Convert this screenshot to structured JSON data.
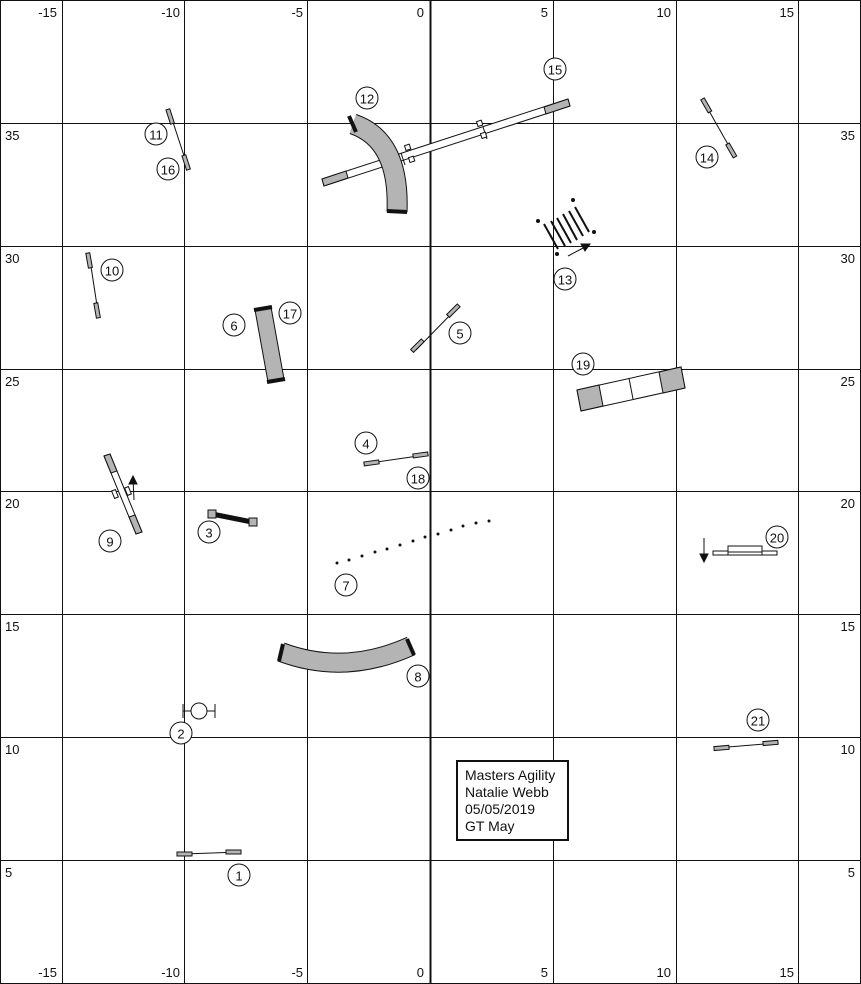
{
  "grid": {
    "x_labels": [
      "-15",
      "-10",
      "-5",
      "0",
      "5",
      "10",
      "15"
    ],
    "y_labels": [
      "35",
      "30",
      "25",
      "20",
      "15",
      "10",
      "5"
    ]
  },
  "info_box": {
    "line1": "Masters Agility",
    "line2": "Natalie Webb",
    "line3": "05/05/2019",
    "line4": "GT May"
  },
  "obstacles": [
    {
      "number": "1",
      "type": "jump"
    },
    {
      "number": "2",
      "type": "tire"
    },
    {
      "number": "3",
      "type": "broad-jump"
    },
    {
      "number": "4",
      "type": "jump"
    },
    {
      "number": "5",
      "type": "jump"
    },
    {
      "number": "6",
      "type": "tunnel"
    },
    {
      "number": "7",
      "type": "weave-poles"
    },
    {
      "number": "8",
      "type": "tunnel"
    },
    {
      "number": "9",
      "type": "table"
    },
    {
      "number": "10",
      "type": "jump"
    },
    {
      "number": "11",
      "type": "jump"
    },
    {
      "number": "12",
      "type": "tunnel"
    },
    {
      "number": "13",
      "type": "ladder-jump"
    },
    {
      "number": "14",
      "type": "jump"
    },
    {
      "number": "15",
      "type": "dogwalk"
    },
    {
      "number": "16",
      "type": "jump"
    },
    {
      "number": "17",
      "type": "tunnel"
    },
    {
      "number": "18",
      "type": "jump"
    },
    {
      "number": "19",
      "type": "a-frame"
    },
    {
      "number": "20",
      "type": "double-jump"
    },
    {
      "number": "21",
      "type": "jump"
    }
  ],
  "colors": {
    "line": "#111111",
    "fill": "#b4b4b4",
    "background": "#ffffff"
  }
}
